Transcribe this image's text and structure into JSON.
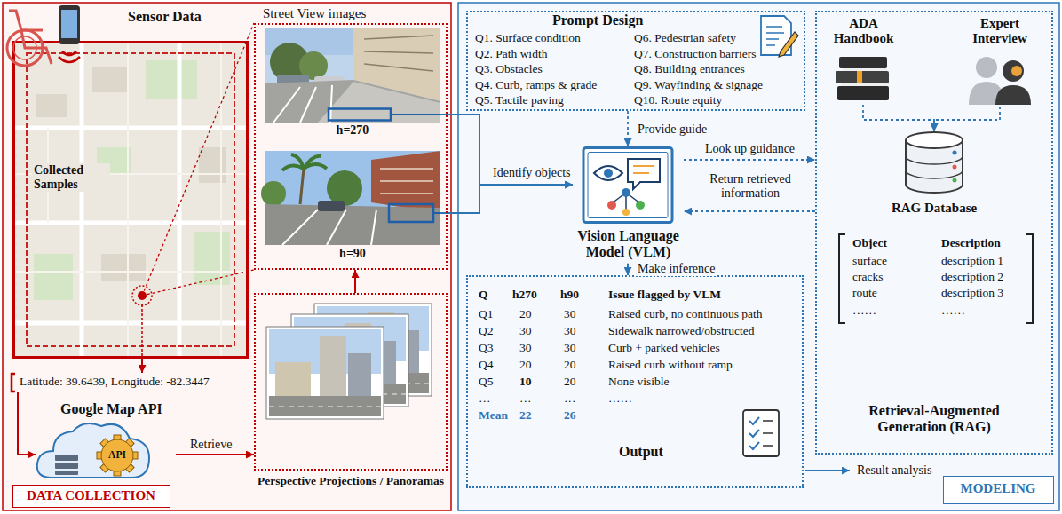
{
  "diagram": {
    "nodes": [
      {
        "text": [
          "Sensor Data",
          "Collected Samples"
        ]
      },
      {
        "text": [
          "Street View images"
        ]
      },
      {
        "text": [
          "h=270"
        ],
        "in": 1
      },
      {
        "text": [
          "h=90"
        ],
        "in": 1
      },
      {
        "text": [
          "Latitude: 39.6439, Longitude: -82.3447"
        ]
      },
      {
        "text": [
          "Google Map API",
          "API"
        ]
      },
      {
        "text": [
          "Perspective Projections / Panoramas"
        ]
      },
      {
        "text": [
          "DATA COLLECTION"
        ]
      },
      {
        "text": [
          "Prompt Design",
          "Q1. Surface condition",
          "Q2. Path width",
          "Q3. Obstacles",
          "Q4. Curb, ramps & grade",
          "Q5. Tactile paving",
          "Q6. Pedestrian safety",
          "Q7. Construction barriers",
          "Q8. Building entrances",
          "Q9. Wayfinding & signage",
          "Q10. Route equity"
        ]
      },
      {
        "text": [
          "Vision Language Model (VLM)"
        ]
      },
      {
        "text": [
          "Retrieval-Augmented Generation (RAG)"
        ]
      },
      {
        "text": [
          "ADA Handbook"
        ],
        "in": 10
      },
      {
        "text": [
          "Expert Interview"
        ],
        "in": 10
      },
      {
        "text": [
          "RAG Database"
        ],
        "in": 10
      },
      {
        "text": [
          "Object",
          "Description",
          "surface",
          "description 1",
          "cracks",
          "description 2",
          "route",
          "description 3",
          "……",
          "……"
        ],
        "in": 10
      },
      {
        "text": [
          "Q",
          "h270",
          "h90",
          "Issue flagged by VLM",
          "Q1",
          "20",
          "30",
          "Raised curb, no continuous path",
          "Q2",
          "30",
          "30",
          "Sidewalk narrowed/obstructed",
          "Q3",
          "30",
          "30",
          "Curb + parked vehicles",
          "Q4",
          "20",
          "20",
          "Raised curb without ramp",
          "Q5",
          "10",
          "20",
          "None visible",
          "…",
          "…",
          "…",
          "……",
          "Mean",
          "22",
          "26",
          "Output"
        ]
      },
      {
        "text": [
          "MODELING"
        ]
      }
    ],
    "edges": [
      {
        "from": 0,
        "to": 4,
        "arrow": "to"
      },
      {
        "from": 4,
        "to": 5,
        "arrow": "to"
      },
      {
        "from": 5,
        "to": 6,
        "label": "Retrieve",
        "arrow": "to"
      },
      {
        "from": 6,
        "to": 1,
        "arrow": "to"
      },
      {
        "from": 2,
        "to": 9,
        "label": "Identify objects",
        "arrow": "to"
      },
      {
        "from": 3,
        "to": 9,
        "arrow": "to"
      },
      {
        "from": 8,
        "to": 9,
        "label": "Provide guide",
        "arrow": "to"
      },
      {
        "from": 9,
        "to": 10,
        "label": "Look up guidance",
        "arrow": "to"
      },
      {
        "from": 10,
        "to": 9,
        "label": "Return retrieved information",
        "arrow": "to"
      },
      {
        "from": 9,
        "to": 15,
        "label": "Make inference",
        "arrow": "to"
      },
      {
        "from": 11,
        "to": 13,
        "arrow": "to"
      },
      {
        "from": 12,
        "to": 13,
        "arrow": "to"
      }
    ],
    "labels": [
      "Result analysis"
    ]
  }
}
